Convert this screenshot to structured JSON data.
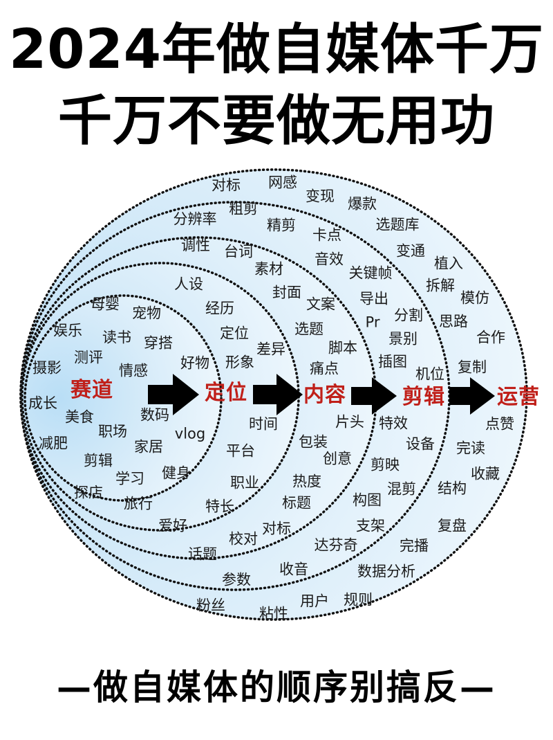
{
  "header": {
    "title_line1": "2024年做自媒体千万",
    "title_line2": "千万不要做无用功"
  },
  "footer": {
    "caption": "—做自媒体的顺序别搞反—"
  },
  "colors": {
    "stage_label": "#c0201a",
    "ring_fill_center": "#bfe2f7",
    "ring_fill_edge": "#eaf5fc",
    "ring_border": "#111111",
    "arrow": "#000000"
  },
  "diagram": {
    "flow": [
      "赛道",
      "定位",
      "内容",
      "剪辑",
      "运营"
    ],
    "rings": [
      {
        "stage": "赛道",
        "words": [
          "母婴",
          "宠物",
          "娱乐",
          "读书",
          "穿搭",
          "测评",
          "摄影",
          "情感",
          "好物",
          "成长",
          "美食",
          "数码",
          "减肥",
          "职场",
          "vlog",
          "家居",
          "剪辑",
          "学习",
          "健身",
          "探店",
          "旅行"
        ]
      },
      {
        "stage": "定位",
        "words": [
          "人设",
          "经历",
          "定位",
          "差异",
          "形象",
          "时间",
          "平台",
          "职业",
          "特长",
          "爱好"
        ]
      },
      {
        "stage": "内容",
        "words": [
          "调性",
          "台词",
          "素材",
          "封面",
          "文案",
          "选题",
          "脚本",
          "痛点",
          "片头",
          "包装",
          "创意",
          "热度",
          "标题",
          "对标",
          "校对",
          "话题"
        ]
      },
      {
        "stage": "剪辑",
        "words": [
          "分辨率",
          "粗剪",
          "精剪",
          "卡点",
          "音效",
          "关键帧",
          "导出",
          "Pr",
          "分割",
          "景别",
          "插图",
          "机位",
          "特效",
          "设备",
          "剪映",
          "混剪",
          "构图",
          "支架",
          "达芬奇",
          "收音",
          "参数"
        ]
      },
      {
        "stage": "运营",
        "words": [
          "对标",
          "网感",
          "变现",
          "爆款",
          "选题库",
          "变通",
          "植入",
          "拆解",
          "模仿",
          "思路",
          "合作",
          "复制",
          "点赞",
          "完读",
          "收藏",
          "结构",
          "复盘",
          "完播",
          "数据分析",
          "规则",
          "用户",
          "粘性",
          "粉丝"
        ]
      }
    ]
  }
}
